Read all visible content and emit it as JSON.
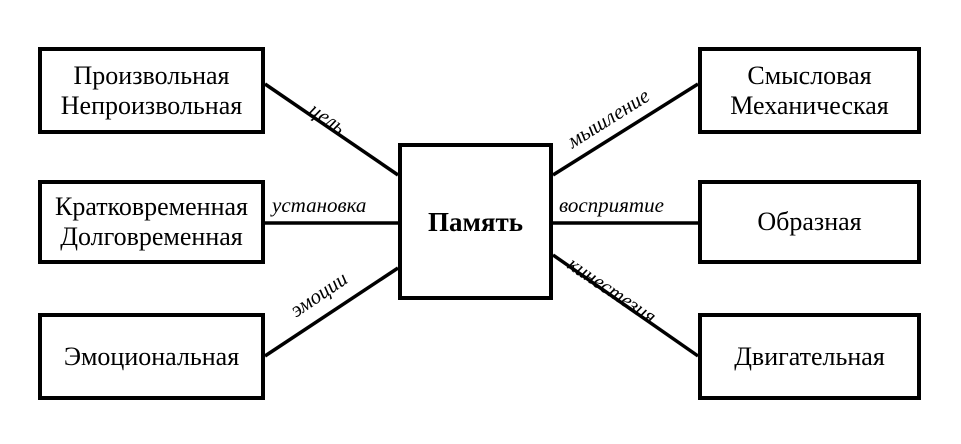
{
  "center": {
    "label": "Память"
  },
  "left_boxes": [
    {
      "lines": [
        "Произвольная",
        "Непроизвольная"
      ]
    },
    {
      "lines": [
        "Кратковременная",
        "Долговременная"
      ]
    },
    {
      "lines": [
        "Эмоциональная"
      ]
    }
  ],
  "right_boxes": [
    {
      "lines": [
        "Смысловая",
        "Механическая"
      ]
    },
    {
      "lines": [
        "Образная"
      ]
    },
    {
      "lines": [
        "Двигательная"
      ]
    }
  ],
  "edges": {
    "left_top": "цель",
    "left_mid": "установка",
    "left_bot": "эмоции",
    "right_top": "мышление",
    "right_mid": "восприятие",
    "right_bot": "кинестезия"
  }
}
